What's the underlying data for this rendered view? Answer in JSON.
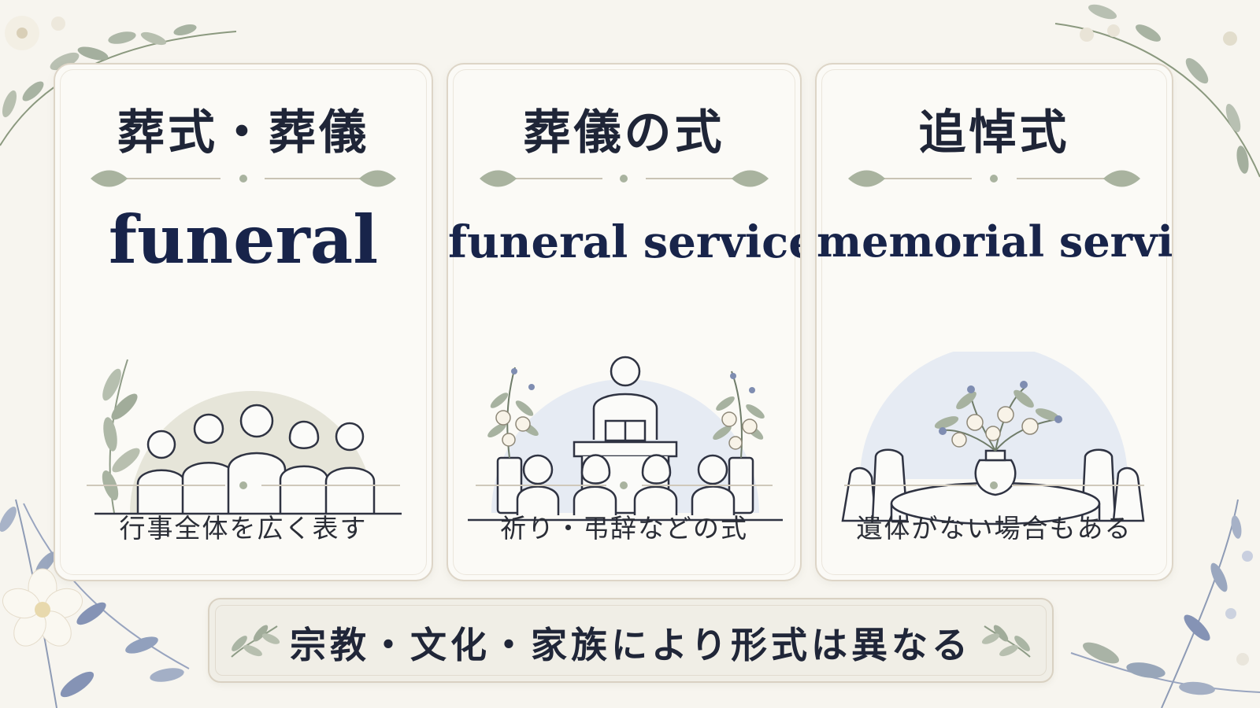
{
  "cards": [
    {
      "title": "葬式・葬儀",
      "english": "funeral",
      "caption": "行事全体を広く表す",
      "illustration": "group-of-people-icon"
    },
    {
      "title": "葬儀の式",
      "english": "funeral service",
      "caption": "祈り・弔辞などの式",
      "illustration": "speaker-at-podium-icon"
    },
    {
      "title": "追悼式",
      "english": "memorial service",
      "caption": "遺体がない場合もある",
      "illustration": "memorial-table-with-flowers-icon"
    }
  ],
  "banner": {
    "text": "宗教・文化・家族により形式は異なる"
  },
  "colors": {
    "background": "#f7f5ef",
    "card": "#fbfaf6",
    "title": "#1f2537",
    "english": "#18244a",
    "leaf": "#9aa896",
    "blue-leaf": "#8593b5",
    "circle-green": "#e6e5d9",
    "circle-blue": "#e6ebf3"
  }
}
